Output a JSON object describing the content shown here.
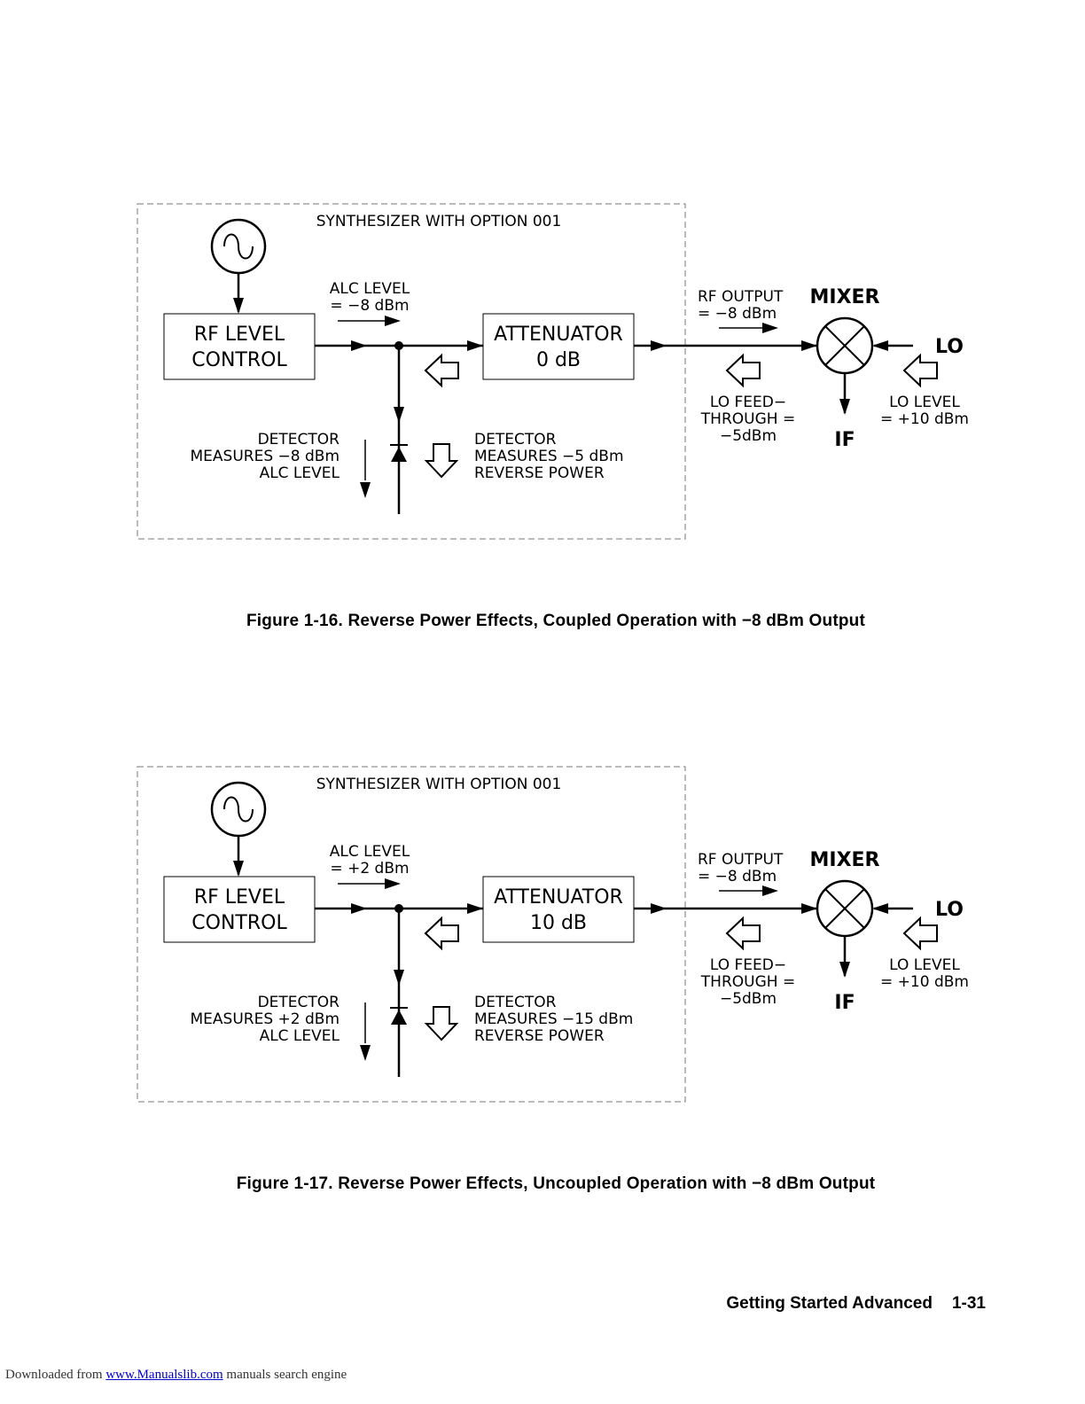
{
  "figures": [
    {
      "id": "fig1",
      "enclosure_label": "SYNTHESIZER WITH OPTION 001",
      "alc_level": [
        "ALC LEVEL",
        "= −8 dBm"
      ],
      "rf_level_control": [
        "RF LEVEL",
        "CONTROL"
      ],
      "attenuator": [
        "ATTENUATOR",
        "0 dB"
      ],
      "rf_output": [
        "RF OUTPUT",
        "= −8 dBm"
      ],
      "mixer_label": "MIXER",
      "lo_label": "LO",
      "lo_feedthrough": [
        "LO FEED−",
        "THROUGH =",
        "−5dBm"
      ],
      "lo_level": [
        "LO LEVEL",
        "= +10 dBm"
      ],
      "if_label": "IF",
      "detector_left": [
        "DETECTOR",
        "MEASURES −8 dBm",
        "ALC LEVEL"
      ],
      "detector_right": [
        "DETECTOR",
        "MEASURES −5 dBm",
        "REVERSE POWER"
      ],
      "caption": "Figure 1-16. Reverse Power Effects, Coupled Operation with −8 dBm Output"
    },
    {
      "id": "fig2",
      "enclosure_label": "SYNTHESIZER WITH OPTION 001",
      "alc_level": [
        "ALC LEVEL",
        "= +2 dBm"
      ],
      "rf_level_control": [
        "RF LEVEL",
        "CONTROL"
      ],
      "attenuator": [
        "ATTENUATOR",
        "10 dB"
      ],
      "rf_output": [
        "RF OUTPUT",
        "= −8 dBm"
      ],
      "mixer_label": "MIXER",
      "lo_label": "LO",
      "lo_feedthrough": [
        "LO FEED−",
        "THROUGH =",
        "−5dBm"
      ],
      "lo_level": [
        "LO LEVEL",
        "= +10 dBm"
      ],
      "if_label": "IF",
      "detector_left": [
        "DETECTOR",
        "MEASURES +2 dBm",
        "ALC LEVEL"
      ],
      "detector_right": [
        "DETECTOR",
        "MEASURES −15 dBm",
        "REVERSE POWER"
      ],
      "caption": "Figure 1-17. Reverse Power Effects, Uncoupled Operation with −8 dBm Output"
    }
  ],
  "footer": {
    "section": "Getting Started Advanced",
    "page_number": "1-31"
  },
  "source": {
    "prefix": "Downloaded from",
    "link_text": "www.Manualslib.com",
    "suffix": "manuals search engine"
  }
}
